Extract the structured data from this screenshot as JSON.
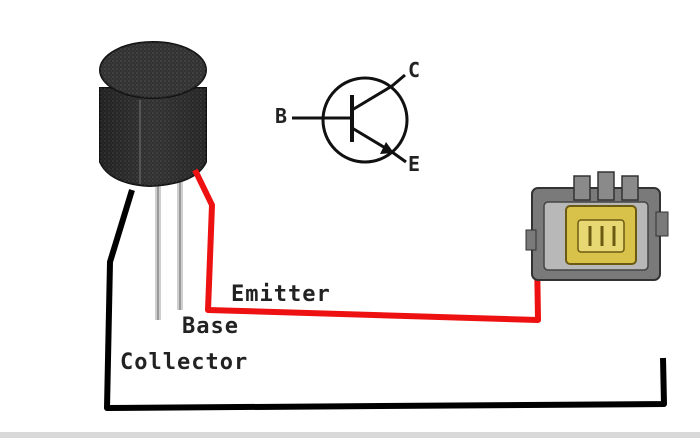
{
  "diagram": {
    "symbol": {
      "base_label": "B",
      "collector_label": "C",
      "emitter_label": "E"
    },
    "pins": {
      "emitter": "Emitter",
      "base": "Base",
      "collector": "Collector"
    },
    "colors": {
      "emitter_wire": "#ee1111",
      "collector_wire": "#000000",
      "transistor_body": "#2b2b2b",
      "component_gold": "#d9c24a"
    }
  }
}
